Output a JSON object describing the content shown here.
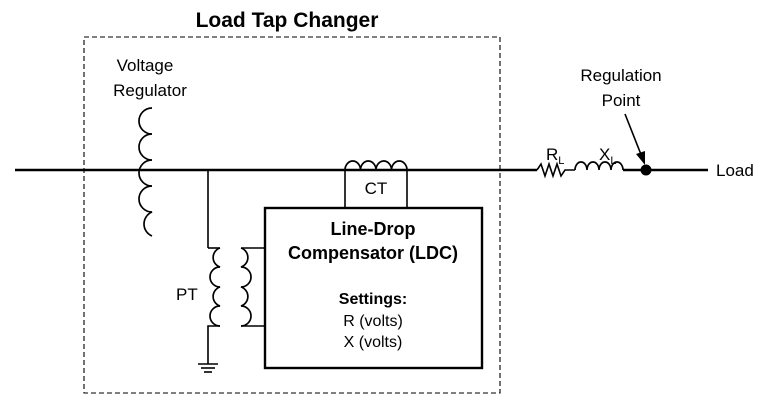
{
  "title": "Load Tap Changer",
  "labels": {
    "voltage_regulator": [
      "Voltage",
      "Regulator"
    ],
    "regulation_point": [
      "Regulation",
      "Point"
    ],
    "ct": "CT",
    "pt": "PT",
    "load": "Load",
    "rl_main": "R",
    "rl_sub": "L",
    "xl_main": "X",
    "xl_sub": "L"
  },
  "ldc": {
    "title_lines": [
      "Line-Drop",
      "Compensator (LDC)"
    ],
    "settings_label": "Settings:",
    "settings": [
      "R (volts)",
      "X (volts)"
    ]
  }
}
